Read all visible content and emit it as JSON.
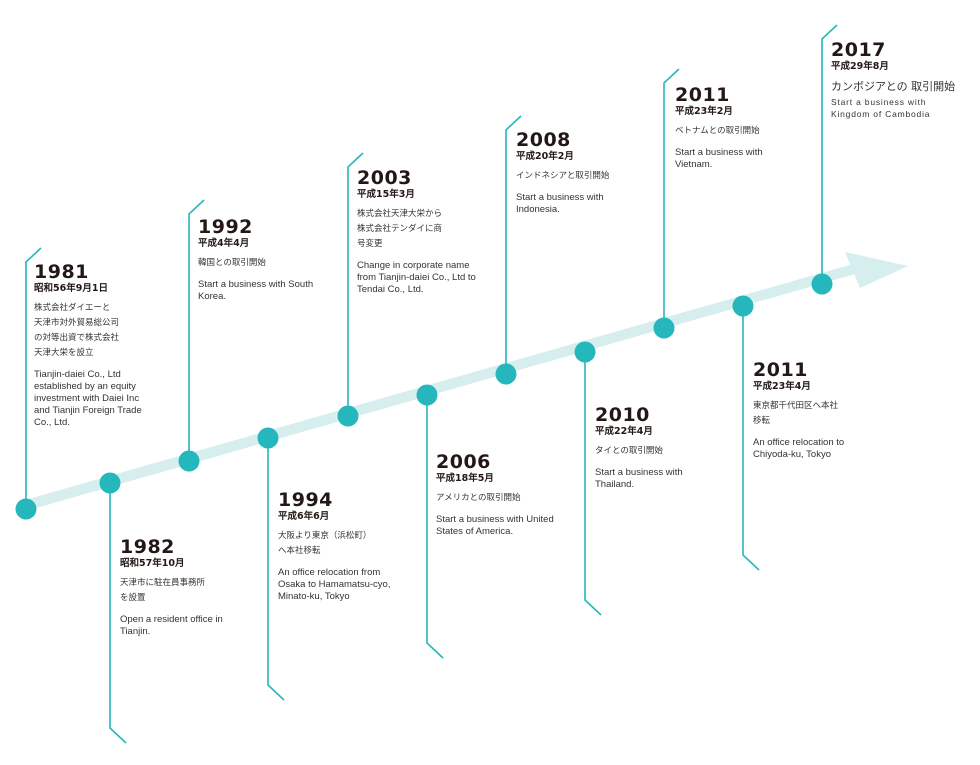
{
  "colors": {
    "accent": "#26b7bc",
    "band": "#d6eeee",
    "text": "#231815"
  },
  "events": [
    {
      "year": "1981",
      "era": "昭和56年9月1日",
      "ja": "株式会社ダイエーと\n天津市対外貿易総公司\nの対等出資で株式会社\n天津大栄を設立",
      "en": "Tianjin-daiei  Co., Ltd\nestablished by an equity\ninvestment with Daiei Inc\nand Tianjin Foreign Trade\nCo., Ltd."
    },
    {
      "year": "1982",
      "era": "昭和57年10月",
      "ja": "天津市に駐在員事務所\nを設置",
      "en": "Open a resident office in\nTianjin."
    },
    {
      "year": "1992",
      "era": "平成4年4月",
      "ja": "韓国との取引開始",
      "en": "Start a business with South\nKorea."
    },
    {
      "year": "1994",
      "era": "平成6年6月",
      "ja": "大阪より東京（浜松町）\nへ本社移転",
      "en": "An office relocation  from\nOsaka to Hamamatsu-cyo,\nMinato-ku, Tokyo"
    },
    {
      "year": "2003",
      "era": "平成15年3月",
      "ja": "株式会社天津大栄から\n株式会社テンダイに商\n号変更",
      "en": "Change in corporate name\nfrom Tianjin-daiei  Co., Ltd to\nTendai  Co., Ltd."
    },
    {
      "year": "2006",
      "era": "平成18年5月",
      "ja": "アメリカとの取引開始",
      "en": "Start a business with United\nStates of America."
    },
    {
      "year": "2008",
      "era": "平成20年2月",
      "ja": "インドネシアと取引開始",
      "en": "Start a business with\nIndonesia."
    },
    {
      "year": "2010",
      "era": "平成22年4月",
      "ja": "タイとの取引開始",
      "en": "Start a business with\nThailand."
    },
    {
      "year": "2011",
      "era": "平成23年2月",
      "ja": "ベトナムとの取引開始",
      "en": "Start a business with\nVietnam."
    },
    {
      "year": "2011",
      "era": "平成23年4月",
      "ja": "東京都千代田区へ本社\n移転",
      "en": "An office relocation to\nChiyoda-ku, Tokyo"
    },
    {
      "year": "2017",
      "era": "平成29年8月",
      "ja": "カンボジアとの 取引開始",
      "en": "Start a business with\nKingdom of Cambodia"
    }
  ]
}
